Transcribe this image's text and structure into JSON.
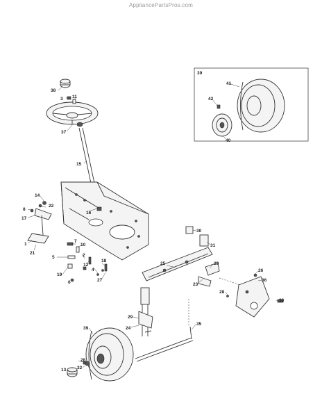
{
  "header": {
    "watermark": "AppliancePartsPros.com"
  },
  "callouts": {
    "c38": "38",
    "c3": "3",
    "c11": "11",
    "c37": "37",
    "c15": "15",
    "c14": "14",
    "c8": "8",
    "c22": "22",
    "c17": "17",
    "c16": "16",
    "c1": "1",
    "c21": "21",
    "c7": "7",
    "c10": "10",
    "c5": "5",
    "c2": "2",
    "c12": "12",
    "c18": "18",
    "c19": "19",
    "c6": "6",
    "c4": "4",
    "c27": "27",
    "c30": "30",
    "c31": "31",
    "c25": "25",
    "c29a": "29",
    "c26": "26",
    "c36": "36",
    "c23": "23",
    "c28a": "28",
    "c33": "33",
    "c29b": "29",
    "c24": "24",
    "c35": "35",
    "c39": "39",
    "c28b": "28",
    "c32": "32",
    "c13": "13"
  },
  "inset": {
    "c39": "39",
    "c41": "41",
    "c42": "42",
    "c40": "40"
  }
}
